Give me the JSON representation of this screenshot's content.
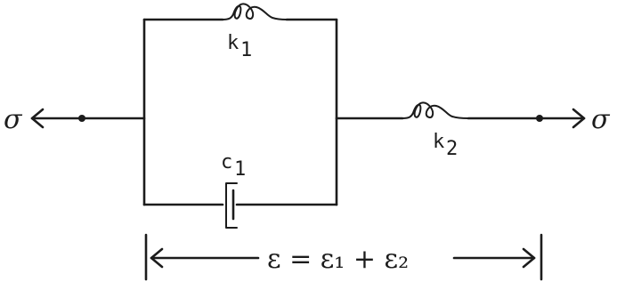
{
  "labels": {
    "stress_left": "σ",
    "stress_right": "σ",
    "spring1": "k",
    "spring1_sub": "1",
    "spring2": "k",
    "spring2_sub": "2",
    "dashpot": "c",
    "dashpot_sub": "1",
    "strain_equation": "ε = ε₁ + ε₂"
  }
}
